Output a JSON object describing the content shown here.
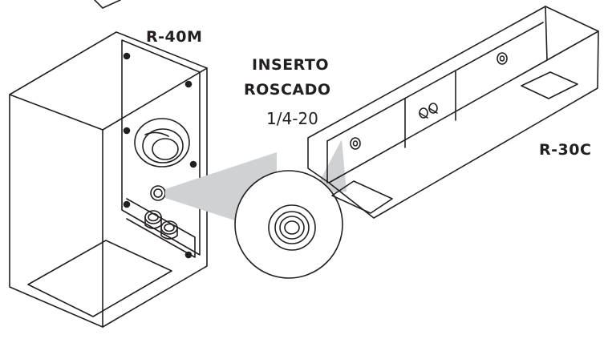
{
  "labels": {
    "r40m": "R-40M",
    "r30c": "R-30C",
    "insert_line1": "INSERTO",
    "insert_line2": "ROSCADO",
    "thread_size": "1/4-20"
  },
  "colors": {
    "line": "#231f20",
    "callout_fill": "#cfd1d3",
    "background": "#ffffff"
  }
}
